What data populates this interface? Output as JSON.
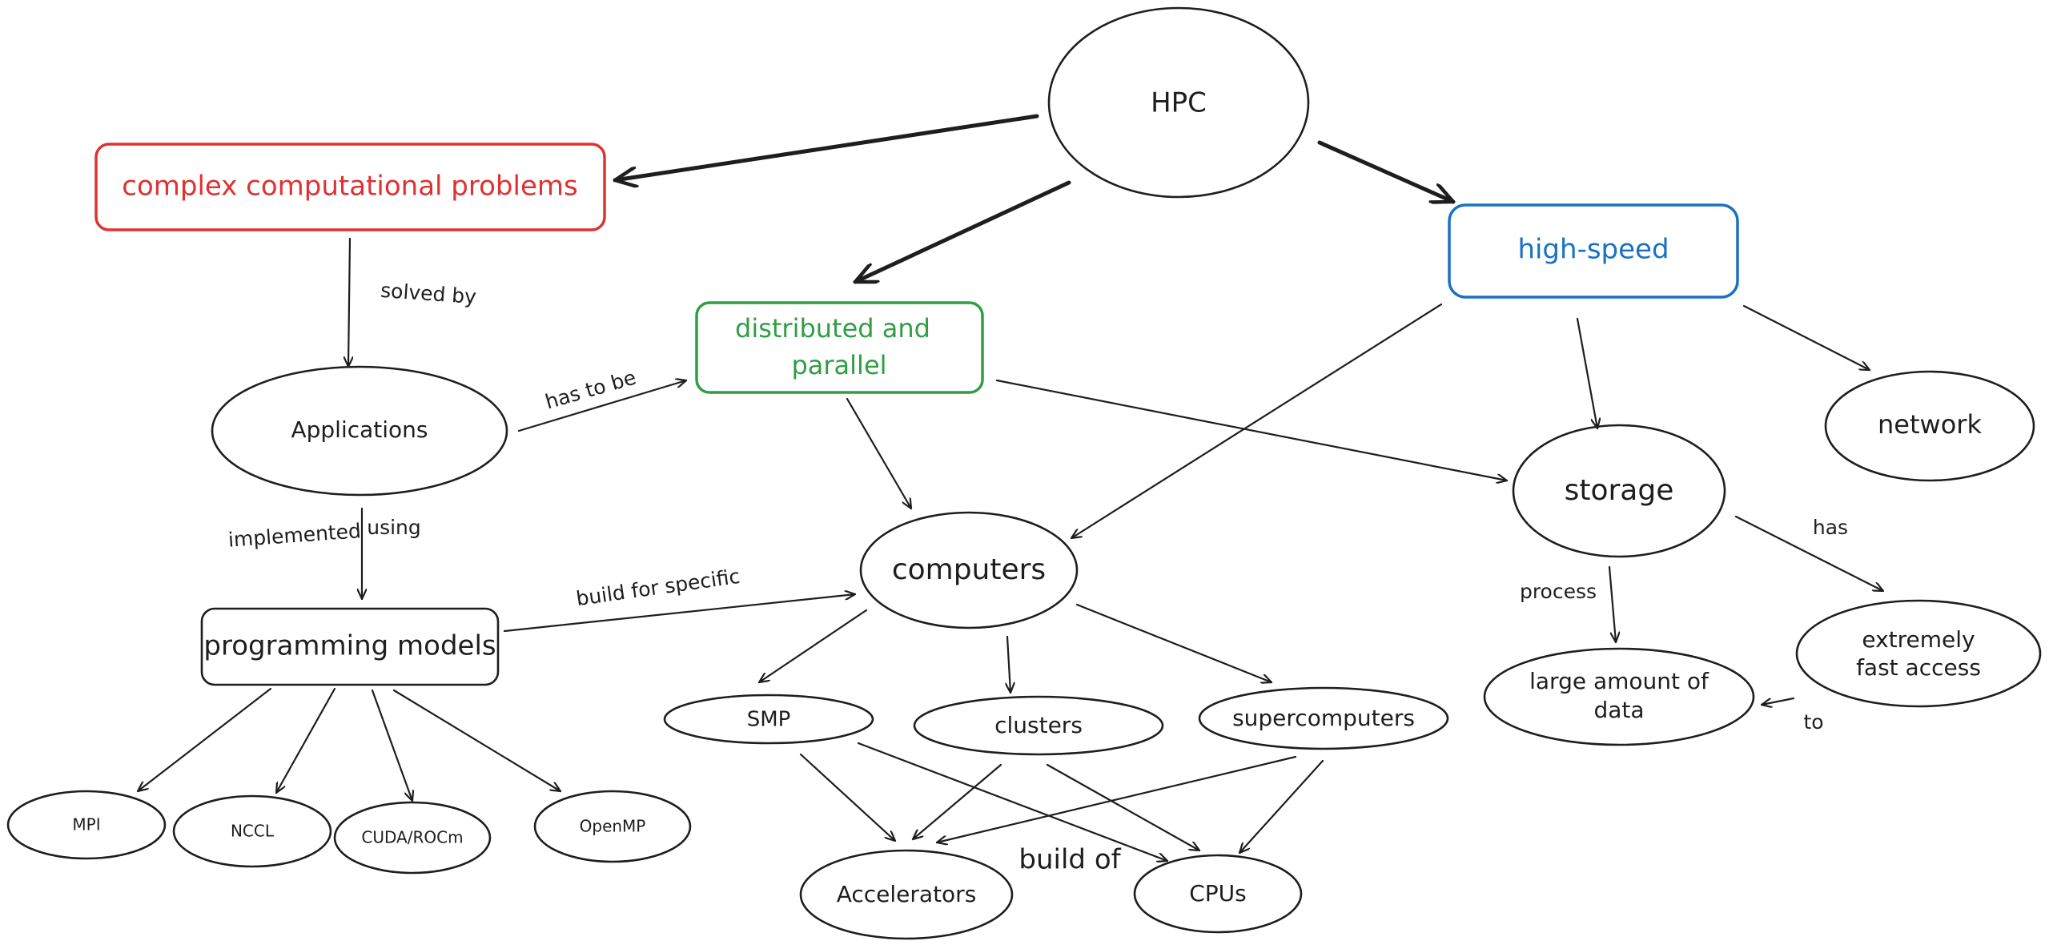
{
  "colors": {
    "ink": "#1e1e1e",
    "red": "#e03131",
    "green": "#2f9e44",
    "blue": "#1971c2"
  },
  "nodes": {
    "hpc": "HPC",
    "complex": "complex computational problems",
    "high_speed": "high-speed",
    "distributed_1": "distributed and",
    "distributed_2": "parallel",
    "applications": "Applications",
    "network": "network",
    "storage": "storage",
    "computers": "computers",
    "programming_models": "programming models",
    "large_data_1": "large amount of",
    "large_data_2": "data",
    "fast_access_1": "extremely",
    "fast_access_2": "fast access",
    "smp": "SMP",
    "clusters": "clusters",
    "supercomputers": "supercomputers",
    "mpi": "MPI",
    "nccl": "NCCL",
    "cuda": "CUDA/ROCm",
    "openmp": "OpenMP",
    "accelerators": "Accelerators",
    "cpus": "CPUs"
  },
  "edge_labels": {
    "solved_by": "solved by",
    "has_to_be": "has to be",
    "implemented_using_1": "implemented",
    "implemented_using_2": "using",
    "build_for_specific": "build for specific",
    "process": "process",
    "has": "has",
    "to": "to",
    "build_of": "build of"
  }
}
